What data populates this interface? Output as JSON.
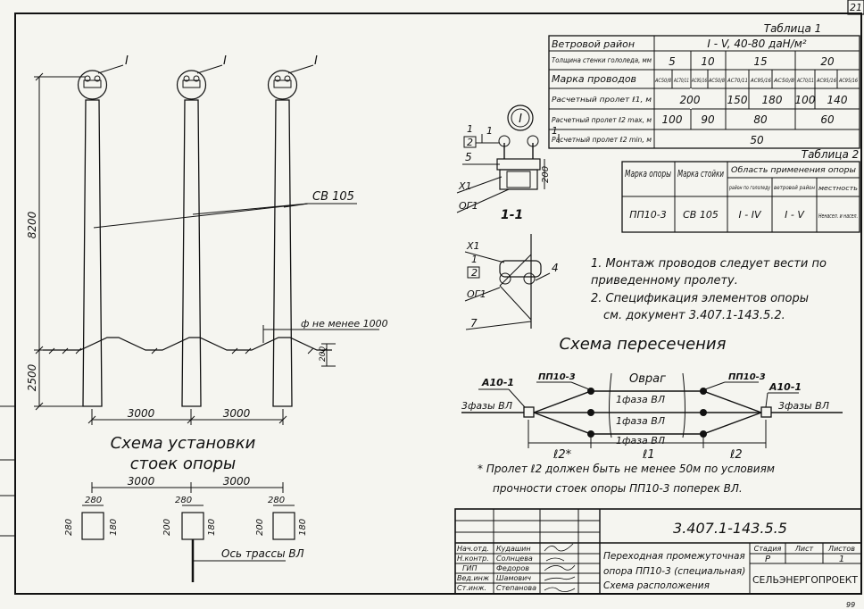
{
  "sheet_number": "21",
  "corner_number": "99",
  "left_diagram": {
    "height_label": "8200",
    "depth_label": "2500",
    "span_1": "3000",
    "span_2": "3000",
    "callout": "I",
    "pole_label": "СВ 105",
    "dia_label": "ф не менее 1000",
    "base_label": "200",
    "title_line1": "Схема   установки",
    "title_line2": "стоек   опоры"
  },
  "plan_view": {
    "span_1": "3000",
    "span_2": "3000",
    "dim_280": "280",
    "dim_200": "200",
    "dim_180": "180",
    "axis_label": "Ось трассы ВЛ"
  },
  "node_detail": {
    "callout": "I",
    "section_mark": "1",
    "items": [
      "1",
      "2",
      "5",
      "Х1",
      "ОГ1"
    ],
    "dim": "200",
    "section_title": "1-1"
  },
  "section_detail": {
    "items": [
      "Х1",
      "1",
      "2",
      "4",
      "ОГ1",
      "7"
    ]
  },
  "table1": {
    "caption": "Таблица 1",
    "rows": [
      {
        "label": "Ветровой район",
        "cells": [
          "I - V,   40-80 даН/м²"
        ]
      },
      {
        "label": "Толщина стенки гололеда, мм",
        "cells": [
          "5",
          "10",
          "15",
          "20"
        ]
      },
      {
        "label": "Марка проводов",
        "cells": [
          "АС50/8",
          "АС70/11",
          "АС95/16",
          "АС50/8",
          "АС70/11",
          "АС95/16",
          "АС50/8",
          "АС70/11",
          "АС95/16"
        ]
      },
      {
        "label": "Расчетный пролет ℓ1, м",
        "cells": [
          "200",
          "150",
          "180",
          "100",
          "140"
        ]
      },
      {
        "label": "Расчетный пролет ℓ2 max, м",
        "cells": [
          "100",
          "90",
          "80",
          "60"
        ]
      },
      {
        "label": "Расчетный пролет ℓ2 min, м",
        "cells": [
          "50"
        ]
      }
    ]
  },
  "table2": {
    "caption": "Таблица 2",
    "head1": "Марка опоры",
    "head2": "Марка стойки",
    "head3": "Область применения опоры",
    "sub1": "район по гололеду",
    "sub2": "ветровой район",
    "sub3": "местность",
    "row": [
      "ПП10-3",
      "СВ 105",
      "I - IV",
      "I - V",
      "Ненасел. и насел."
    ]
  },
  "notes": [
    "1. Монтаж проводов следует вести по",
    "приведенному пролету.",
    "2. Спецификация элементов опоры",
    "см. документ  3.407.1-143.5.2."
  ],
  "crossing": {
    "title": "Схема   пересечения",
    "left_support": "А10-1",
    "right_support": "А10-1",
    "left_pole": "ПП10-3",
    "right_pole": "ПП10-3",
    "ravine": "Овраг",
    "phase_lines": [
      "1фаза ВЛ",
      "1фаза ВЛ",
      "1фаза ВЛ"
    ],
    "left_line": "3фазы  ВЛ",
    "right_line": "3фазы  ВЛ",
    "span_a": "ℓ2*",
    "span_b": "ℓ1",
    "span_c": "ℓ2"
  },
  "footnote": [
    "* Пролет ℓ2 должен быть не менее 50м по условиям",
    "прочности стоек опоры ПП10-3 поперек ВЛ."
  ],
  "title_block": {
    "doc_code": "3.407.1-143.5.5",
    "roles": [
      "Нач.отд.",
      "Н.контр.",
      "ГИП",
      "Вед.инж",
      "Ст.инж."
    ],
    "names": [
      "Кудашин",
      "Солнцева",
      "Федоров",
      "Шамович",
      "Степанова"
    ],
    "desc": [
      "Переходная промежуточная",
      "опора ПП10-3 (специальная)",
      "Схема  расположения"
    ],
    "stage_head": "Стадия",
    "sheet_head": "Лист",
    "sheets_head": "Листов",
    "stage": "Р",
    "sheets": "1",
    "org": "СЕЛЬЭНЕРГОПРОЕКТ"
  }
}
